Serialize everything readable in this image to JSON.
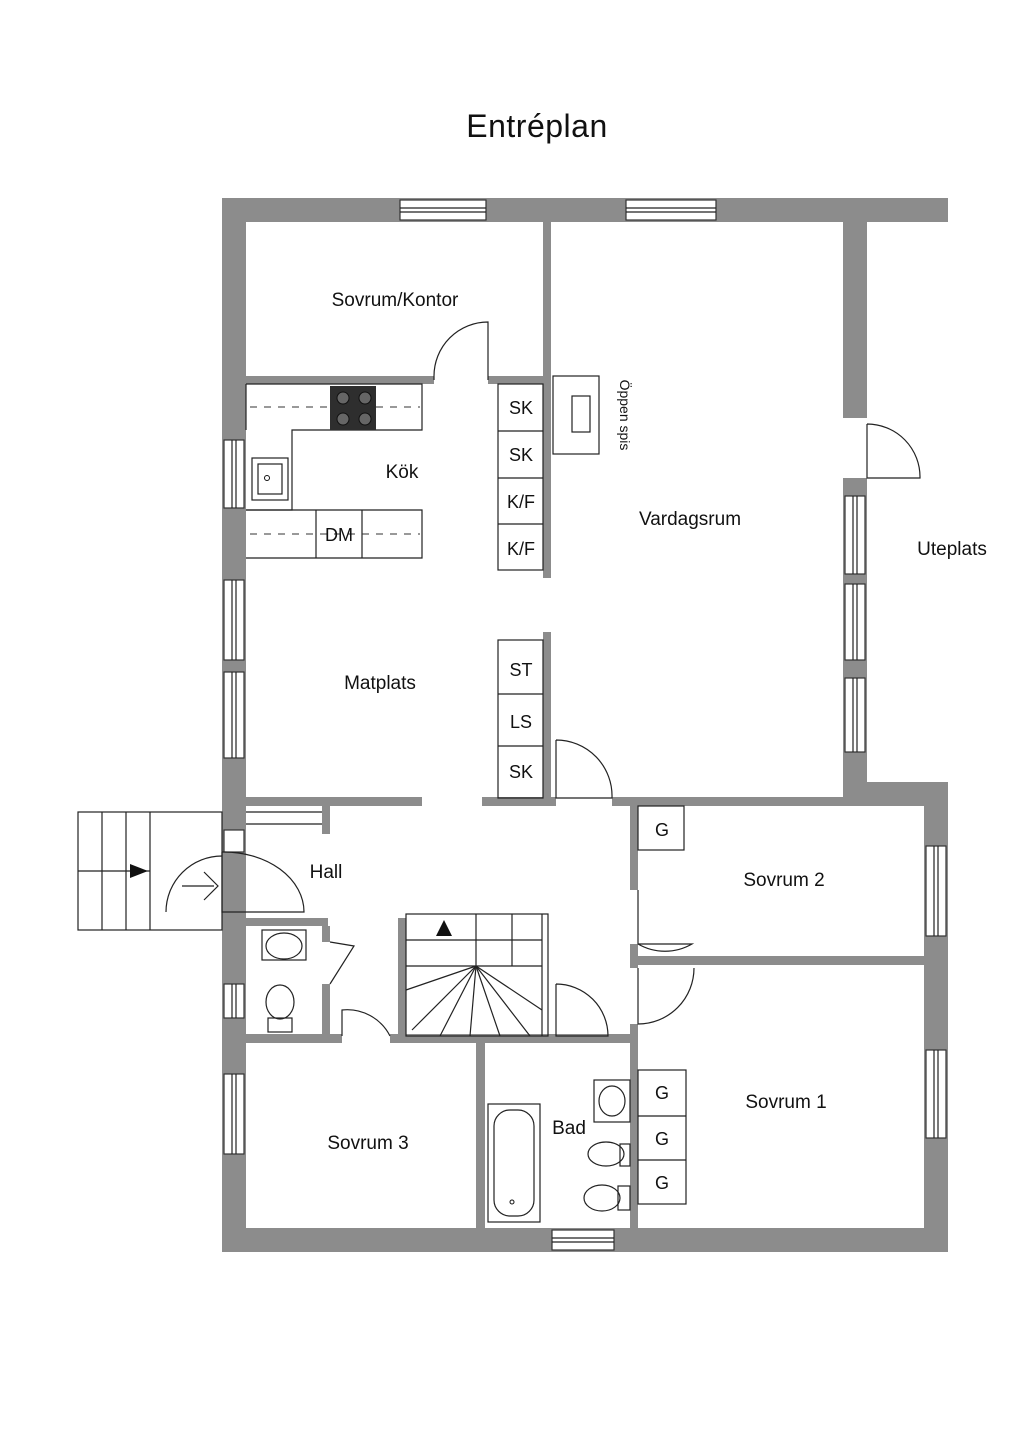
{
  "plan": {
    "title": "Entréplan"
  },
  "rooms": {
    "sovrum_kontor": "Sovrum/Kontor",
    "kok": "Kök",
    "vardagsrum": "Vardagsrum",
    "uteplats": "Uteplats",
    "matplats": "Matplats",
    "hall": "Hall",
    "sovrum2": "Sovrum 2",
    "sovrum1": "Sovrum 1",
    "sovrum3": "Sovrum 3",
    "bad": "Bad"
  },
  "fixtures": {
    "oppen_spis": "Öppen spis",
    "dm": "DM",
    "sk": "SK",
    "kf": "K/F",
    "st": "ST",
    "ls": "LS",
    "g": "G"
  },
  "colors": {
    "wall": "#8c8c8c",
    "line": "#222222",
    "background": "#ffffff"
  }
}
